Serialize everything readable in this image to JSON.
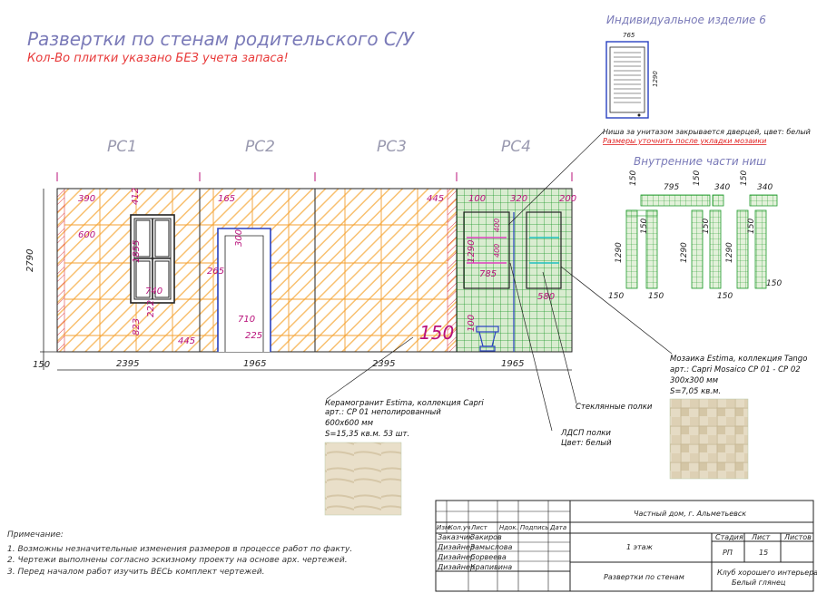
{
  "title": "Развертки по стенам родительского С/У",
  "subtitle": "Кол-Во плитки указано БЕЗ учета запаса!",
  "wall_labels": [
    "РС1",
    "РС2",
    "РС3",
    "РС4"
  ],
  "dimensions": {
    "wall_height": "2790",
    "base": "150",
    "bottom_widths": [
      "2395",
      "1965",
      "2395",
      "1965"
    ],
    "pc1": [
      "390",
      "412",
      "600",
      "1855",
      "740",
      "823",
      "222",
      "445"
    ],
    "pc2": [
      "165",
      "300",
      "265",
      "710",
      "225"
    ],
    "pc3": [
      "445",
      "150"
    ],
    "pc4": [
      "100",
      "320",
      "200",
      "1290",
      "400",
      "400",
      "785",
      "580",
      "100"
    ]
  },
  "item6": {
    "title": "Индивидуальное изделие 6",
    "width": "765",
    "height": "1290",
    "note": "Ниша за унитазом закрывается дверцей, цвет: белый",
    "warning": "Размеры уточнить после укладки мозаики"
  },
  "niche": {
    "title": "Внутренние части ниш",
    "dims": [
      "795",
      "150",
      "340",
      "150",
      "340",
      "150",
      "1290",
      "150",
      "1290",
      "150",
      "1290",
      "150",
      "150",
      "150",
      "150",
      "150"
    ]
  },
  "notes": {
    "ceramic": [
      "Керамогранит Estima, коллекция Capri",
      "арт.: CP 01 неполированный",
      "600х600 мм",
      "S=15,35 кв.м. 53 шт."
    ],
    "mosaic": [
      "Мозаика Estima, коллекция Tango",
      "арт.: Capri Mosaico CP 01 - CP 02",
      "300х300 мм",
      "S=7,05 кв.м."
    ],
    "glass": "Стеклянные полки",
    "ldsp": [
      "ЛДСП полки",
      "Цвет: белый"
    ]
  },
  "remarks": {
    "title": "Примечание:",
    "items": [
      "1.    Возможны незначительные изменения размеров в процессе работ по факту.",
      "2.    Чертежи выполнены согласно эскизному проекту на основе арх. чертежей.",
      "3.    Перед началом работ изучить ВЕСЬ комплект чертежей."
    ]
  },
  "title_block": {
    "project": "Частный дом, г. Альметьевск",
    "headers": [
      "Изм.",
      "Кол.уч",
      "Лист",
      "Ндок.",
      "Подпись",
      "Дата"
    ],
    "roles": [
      {
        "role": "Заказчик",
        "name": "Закиров"
      },
      {
        "role": "Дизайнер",
        "name": "Замыслова"
      },
      {
        "role": "Дизайнер",
        "name": "Сорвеева"
      },
      {
        "role": "Дизайнер",
        "name": "Крапивина"
      }
    ],
    "floor": "1 этаж",
    "stage_label": "Стадия",
    "sheet_label": "Лист",
    "sheets_label": "Листов",
    "stage": "РП",
    "sheet": "15",
    "sheets": "",
    "drawing": "Развертки по стенам",
    "company": [
      "Клуб хорошего интерьера",
      "Белый глянец"
    ]
  },
  "colors": {
    "tile_line": "#f5a030",
    "mosaic_grid": "#1f9a2a",
    "mosaic_bg": "#d9ecd0",
    "dimension": "#b8107a",
    "accent_blue": "#2840c0",
    "hatch_red": "#e04040"
  }
}
